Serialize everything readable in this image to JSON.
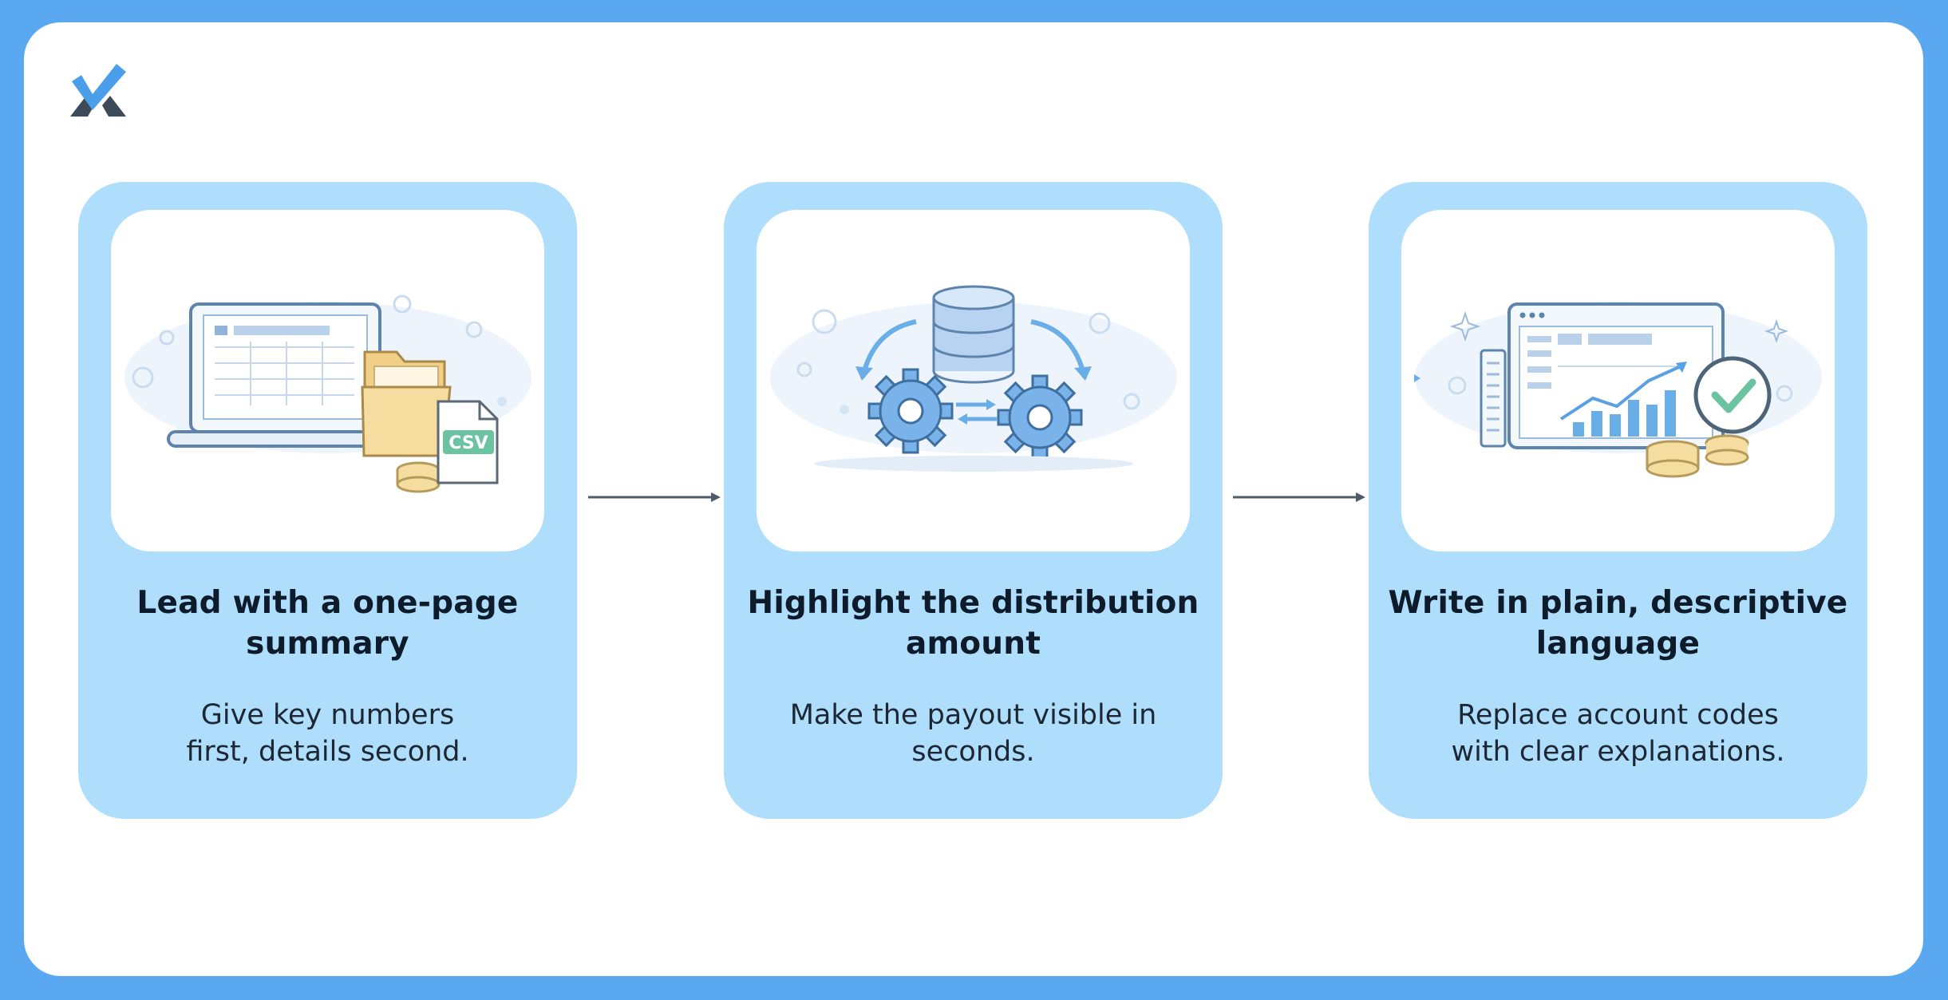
{
  "colors": {
    "background": "#5aa9f0",
    "panel": "#ffffff",
    "card": "#aedefc",
    "title_text": "#0d1b2a",
    "body_text": "#1c2733",
    "arrow": "#4f5b66",
    "logo_check": "#4a9fe8",
    "logo_base": "#3d4a57"
  },
  "logo": {
    "icon": "checkmark-x-logo"
  },
  "steps": [
    {
      "title": "Lead with a one-page\nsummary",
      "description": "Give key numbers\nfirst, details second.",
      "illustration": "laptop-spreadsheet-folder-csv-coins",
      "badge_text": "CSV"
    },
    {
      "title": "Highlight the distribution\namount",
      "description": "Make the payout visible in\nseconds.",
      "illustration": "database-gears-exchange"
    },
    {
      "title": "Write in plain, descriptive\nlanguage",
      "description": "Replace account codes\nwith clear explanations.",
      "illustration": "dashboard-chart-checkmark-coins"
    }
  ],
  "connectors": [
    {
      "icon": "arrow-right-icon"
    },
    {
      "icon": "arrow-right-icon"
    }
  ]
}
